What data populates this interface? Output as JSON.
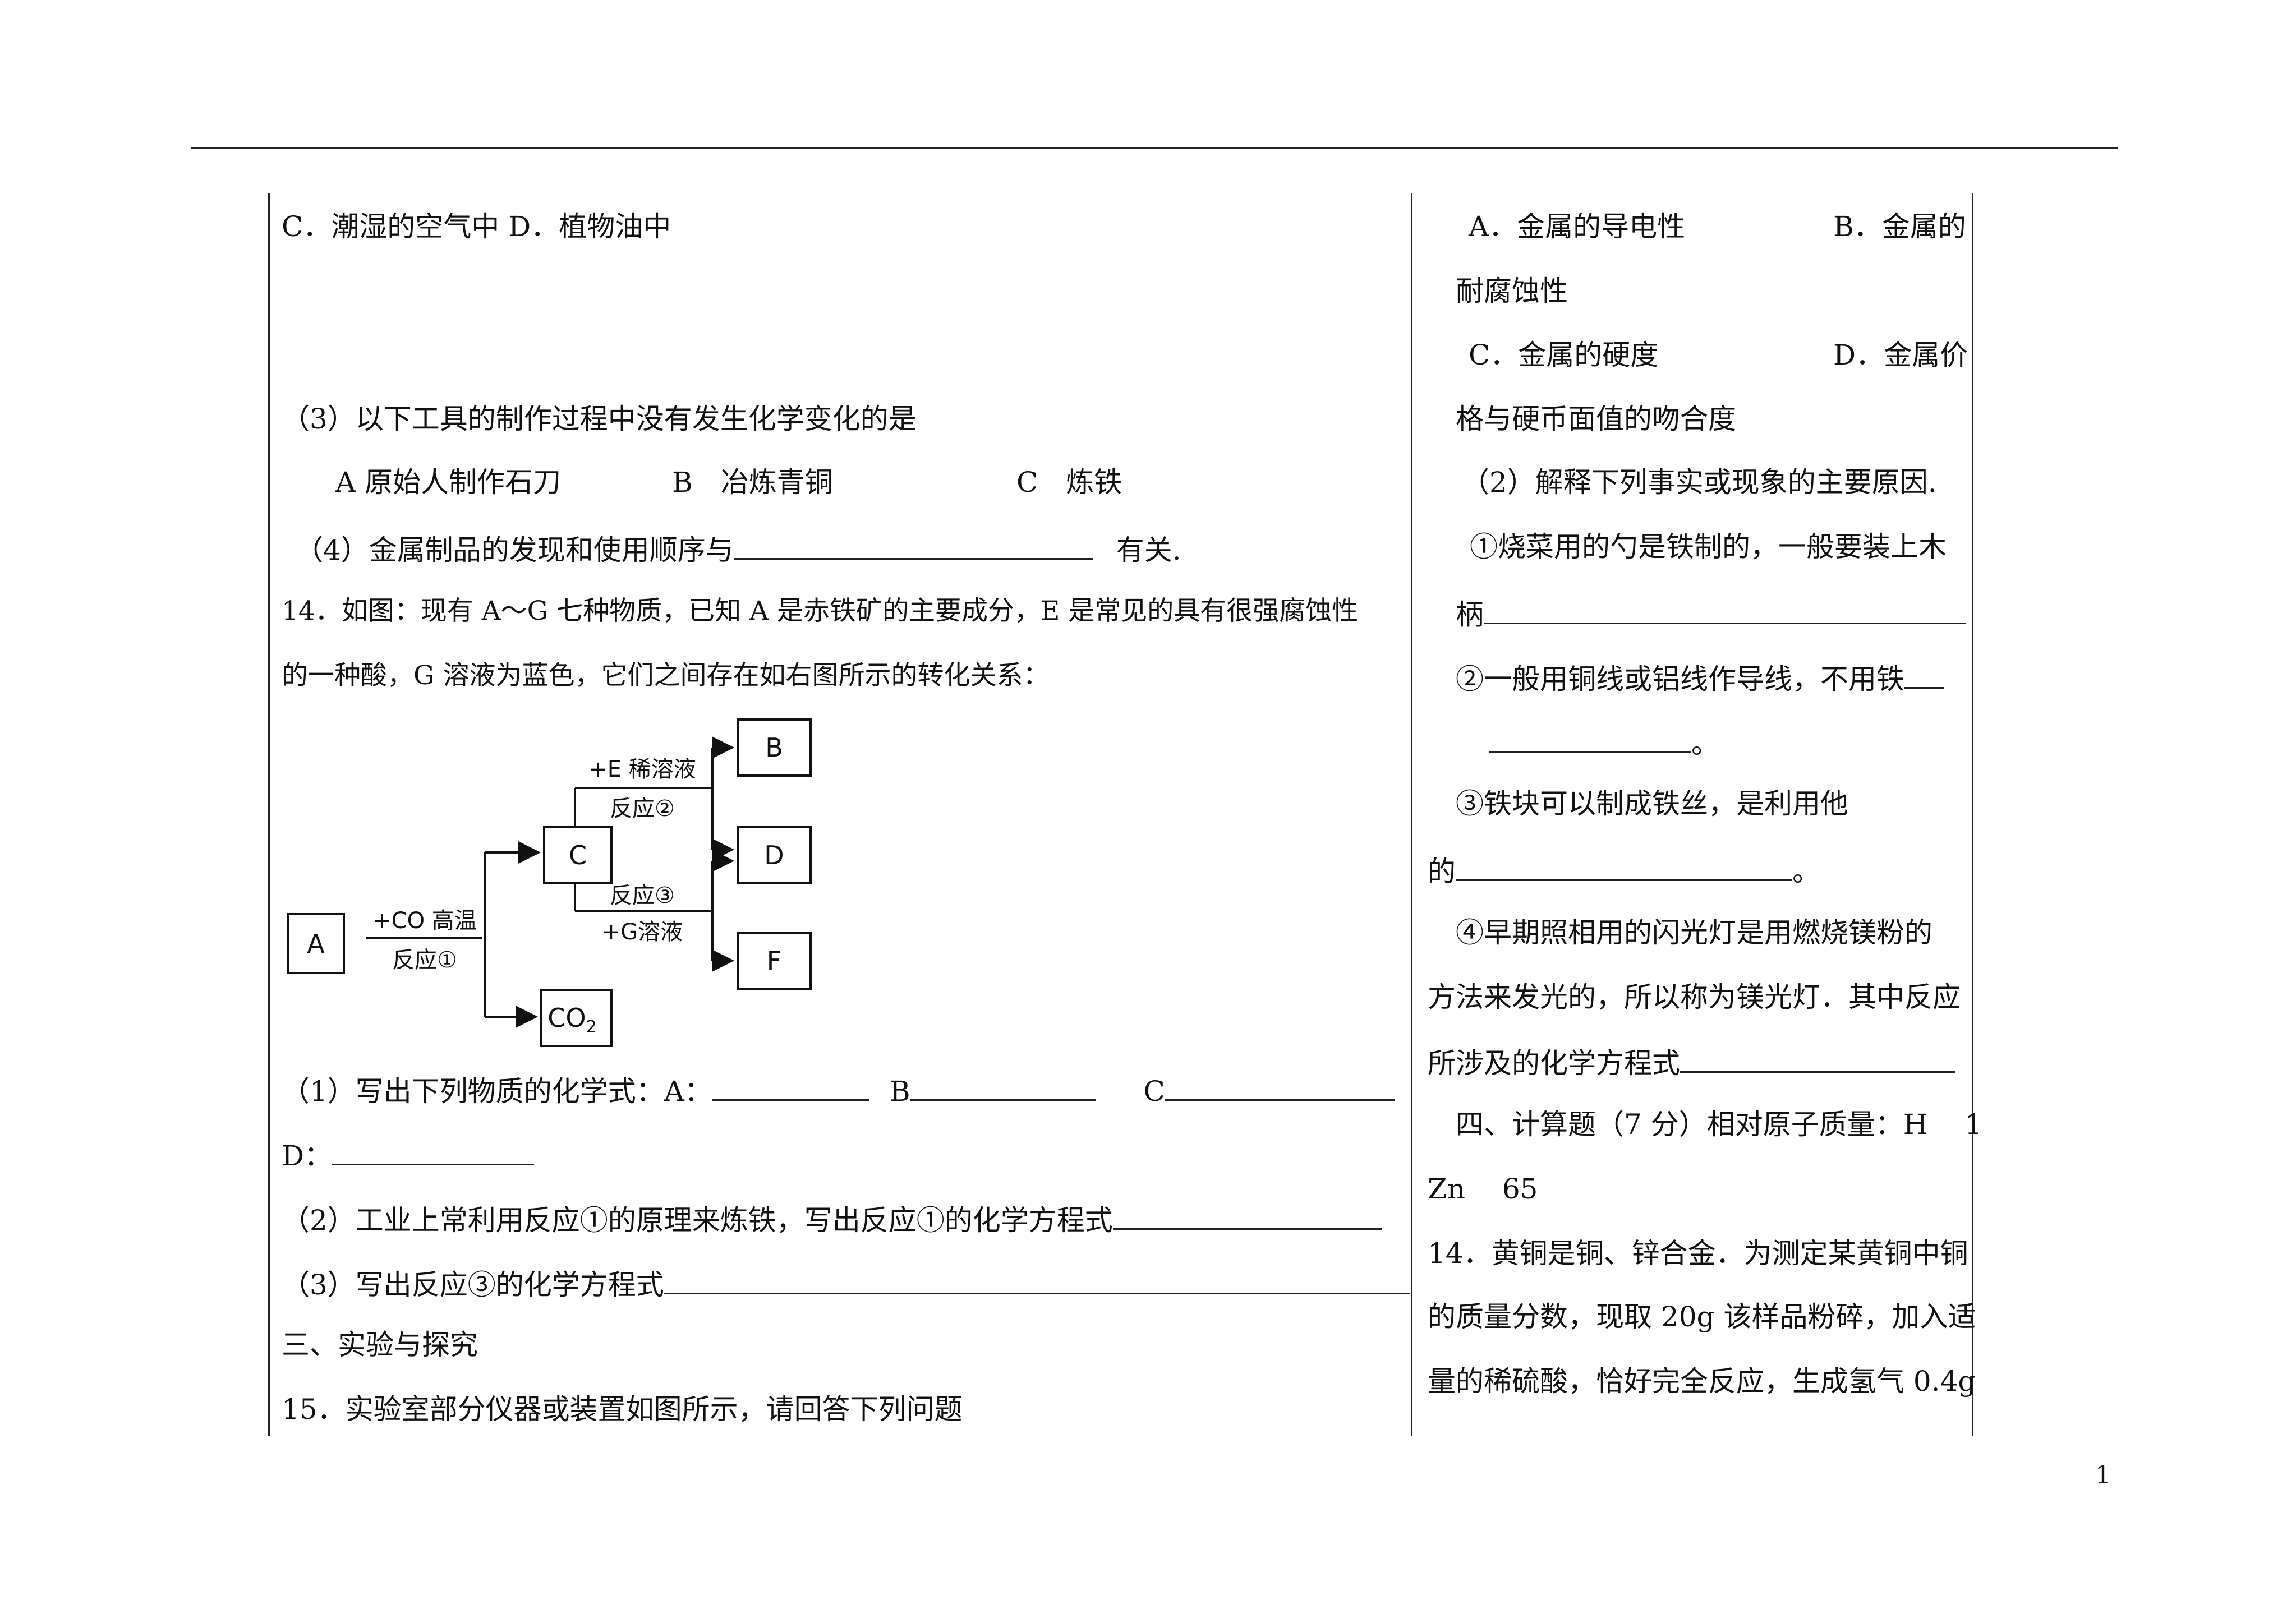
{
  "left": {
    "l1": "C．潮湿的空气中 D．植物油中",
    "q3": "（3）以下工具的制作过程中没有发生化学变化的是",
    "q3_a": "A 原始人制作石刀",
    "q3_b": "B　冶炼青铜",
    "q3_c": "C　炼铁",
    "q4_pre": "（4）金属制品的发现和使用顺序与",
    "q4_post": "有关.",
    "q14_l1": "14．如图：现有 A～G 七种物质，已知 A 是赤铁矿的主要成分，E 是常见的具有很强腐蚀性",
    "q14_l2": "的一种酸，G 溶液为蓝色，它们之间存在如右图所示的转化关系：",
    "sub1": "（1）写出下列物质的化学式：A：",
    "sub1_b": "B",
    "sub1_c": "C",
    "sub1_d": "D：",
    "sub2": "（2）工业上常利用反应①的原理来炼铁，写出反应①的化学方程式",
    "sub3": "（3）写出反应③的化学方程式",
    "sec3": "三、实验与探究",
    "q15": "15．实验室部分仪器或装置如图所示，请回答下列问题"
  },
  "diagram": {
    "box_a": "A",
    "box_b": "B",
    "box_c": "C",
    "box_d": "D",
    "box_f": "F",
    "box_co2": "CO",
    "box_co2_sub": "2",
    "cond1_top": "+CO 高温",
    "cond1_bot": "反应①",
    "cond2_top": "+E 稀溶液",
    "cond2_bot": "反应②",
    "cond3_top": "反应③",
    "cond3_bot": "+G溶液"
  },
  "right": {
    "a": "A．金属的导电性",
    "b": "B．金属的",
    "b2": "耐腐蚀性",
    "c": "C．金属的硬度",
    "d": "D．金属价",
    "d2": "格与硬币面值的吻合度",
    "q2": "（2）解释下列事实或现象的主要原因.",
    "r1a": "①烧菜用的勺是铁制的，一般要装上木",
    "r1b": "柄",
    "r2a": "②一般用铜线或铝线作导线，不用铁",
    "r2b_end": "。",
    "r3a": "③铁块可以制成铁丝，是利用他",
    "r3b": "的",
    "r3b_end": "。",
    "r4a": "④早期照相用的闪光灯是用燃烧镁粉的",
    "r4b": "方法来发光的，所以称为镁光灯．其中反应",
    "r4c": "所涉及的化学方程式",
    "sec4": "四、计算题（7 分）相对原子质量：H　 1",
    "zn": "Zn　 65",
    "q14a": "14．黄铜是铜、锌合金．为测定某黄铜中铜",
    "q14b": "的质量分数，现取 20g 该样品粉碎，加入适",
    "q14c": "量的稀硫酸，恰好完全反应，生成氢气 0.4g"
  },
  "page_number": "1"
}
